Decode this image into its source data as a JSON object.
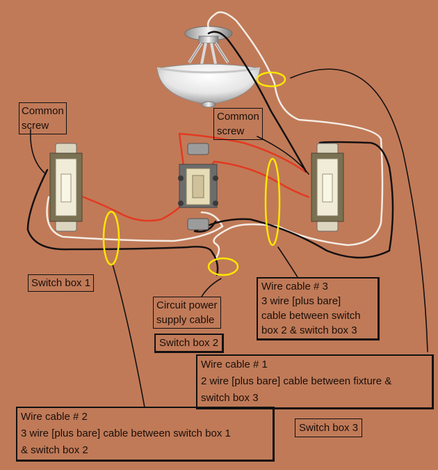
{
  "labels": {
    "common_screw_left": [
      "Common",
      "screw"
    ],
    "common_screw_right": [
      "Common",
      "screw"
    ],
    "switch_box_1": "Switch box 1",
    "switch_box_2": "Switch box 2",
    "switch_box_3": "Switch box 3",
    "circuit_power": [
      "Circuit power",
      "supply cable"
    ],
    "wire_cable_3": [
      "Wire cable # 3",
      "3 wire [plus bare]",
      "cable between switch",
      "box 2 & switch box 3"
    ],
    "wire_cable_1": [
      "Wire cable # 1",
      "2 wire [plus bare] cable between fixture &",
      "switch box 3"
    ],
    "wire_cable_2": [
      "Wire cable # 2",
      "3 wire [plus bare] cable between switch box 1",
      "& switch box 2"
    ]
  },
  "colors": {
    "background": "#c07a58",
    "hot_wire": "#e23a22",
    "neutral_wire": "#f4ece4",
    "black_wire": "#141010",
    "highlight_ellipse": "#ffe600"
  }
}
